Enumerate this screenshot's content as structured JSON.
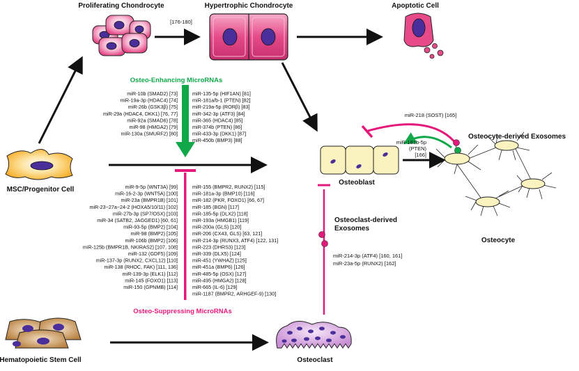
{
  "cells": {
    "proliferating": "Proliferating Chondrocyte",
    "hypertrophic": "Hypertrophic Chondrocyte",
    "apoptotic": "Apoptotic Cell",
    "msc": "MSC/Progenitor Cell",
    "osteoblast": "Osteoblast",
    "osteocyte": "Osteocyte",
    "hsc": "Hematopoietic Stem Cell",
    "osteoclast": "Osteoclast"
  },
  "ref_prolif_hyper": "[176-180]",
  "enhancing": {
    "header": "Osteo-Enhancing MicroRNAs",
    "left": [
      "miR-10b (SMAD2) [73]",
      "miR-19a-3p (HDAC4) [74]",
      "miR-26b (GSK3β) [75]",
      "miR-29a (HDAC4, DKK1) [76, 77]",
      "miR-92a (SMAD6) [78]",
      "miR-98 (HMGA2) [79]",
      "miR-130a (SMURF2) [80]"
    ],
    "right": [
      "miR-135-5p (HIF1AN) [81]",
      "miR-181a/b-1 (PTEN) [82]",
      "miR-219a-5p (RORβ) [83]",
      "miR-342-3p (ATF3) [84]",
      "miR-365 (HDAC4) [85]",
      "miR-374b (PTEN) [86]",
      "miR-433-3p (DKK1) [87]",
      "miR-450b (BMP3) [88]"
    ]
  },
  "suppressing": {
    "header": "Osteo-Suppressing MicroRNAs",
    "left": [
      "miR-9-5p (WNT3A) [99]",
      "miR-16-2-3p (WNT5A) [100]",
      "miR-23a (BMPR1B) [101]",
      "miR-23~27a~24-2 (HOXA5/10/11) [102]",
      "miR-27b-3p (SP7/OSX) [103]",
      "miR-34 (SATB2, JAGGED1) [60, 61]",
      "miR-93-5p (BMP2) [104]",
      "miR-98 (BMP2) [105]",
      "miR-106b (BMP2) [106]",
      "miR-125b (BMPR1B, NKIRAS2) [107, 108]",
      "miR-132 (GDF5) [109]",
      "miR-137-3p (RUNX2, CXCL12) [110]",
      "miR-138 (RHOC, FAK) [111, 136]",
      "miR-139-3p (ELK1) [112]",
      "miR-145 (FOXO1) [113]",
      "miR-150 (GPNMB) [114]"
    ],
    "right": [
      "miR-155 (BMPR2, RUNX2) [115]",
      "miR-181a-3p (BMP10) [116]",
      "miR-182 (PKR, FOXO1) [66, 67]",
      "miR-185 (BGN) [117]",
      "miR-185-5p (DLX2) [118]",
      "miR-193a (HMGB1) [119]",
      "miR-200a (GLS) [120]",
      "miR-206 (CX43, GLS) [63, 121]",
      "miR-214-3p (RUNX3, ATF4) [122, 131]",
      "miR-223 (DHRS3) [123]",
      "miR-339 (DLX5) [124]",
      "miR-451 (YWHAZ) [125]",
      "miR-451a (BMP6) [126]",
      "miR-485-5p (OSX) [127]",
      "miR-495 (HMGA2) [128]",
      "miR-665 (IL-6) [129]",
      "miR-1187 (BMPR2, ARHGEF-9) [130]"
    ]
  },
  "osteocyte_exosomes": {
    "label": "Osteocyte-derived Exosomes",
    "mir218": "miR-218 (SOST) [165]",
    "mir181": [
      "miR-181b-5p",
      "(PTEN)",
      "[166]"
    ]
  },
  "osteoclast_exosomes": {
    "label": [
      "Osteoclast-derived",
      "Exosomes"
    ],
    "mirs": [
      "miR-214-3p (ATF4) [160, 161]",
      "miR-23a-5p (RUNX2) [162]"
    ]
  },
  "colors": {
    "green": "#11a84a",
    "magenta": "#e5197a",
    "nucleus": "#4a2f9a",
    "chondro_pink": "#e64a88",
    "msc_yellow": "#f7b93a",
    "osteoblast_yellow": "#fbf3bf",
    "hsc_tan": "#c9955a",
    "osteoclast_lilac": "#d9a7e0"
  }
}
